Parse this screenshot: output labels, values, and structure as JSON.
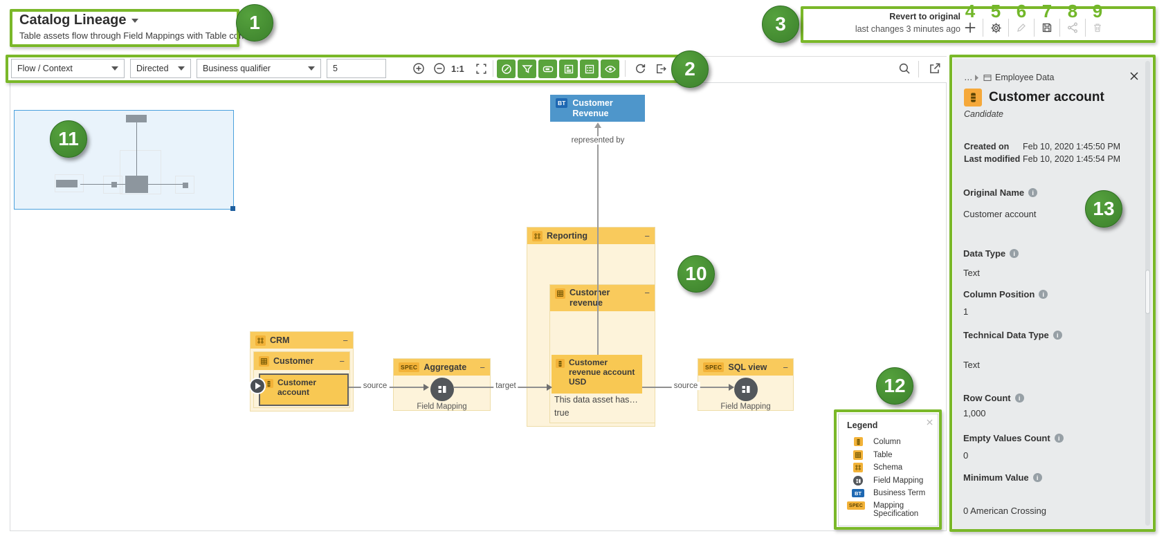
{
  "annotations": {
    "badges": [
      "1",
      "2",
      "3",
      "4",
      "5",
      "6",
      "7",
      "8",
      "9",
      "10",
      "11",
      "12",
      "13"
    ]
  },
  "header": {
    "title": "Catalog Lineage",
    "subtitle": "Table assets flow through Field Mappings with Table context",
    "revert_label": "Revert to original",
    "revert_sub": "last changes 3 minutes ago"
  },
  "toolbar": {
    "flow_select": "Flow / Context",
    "direction_select": "Directed",
    "qualifier_select": "Business qualifier",
    "depth": "5",
    "zoom_ratio": "1:1"
  },
  "canvas": {
    "bt_chip": "BT",
    "business_term": "Customer Revenue",
    "represented_by": "represented by",
    "reporting": "Reporting",
    "customer_revenue_table": "Customer revenue",
    "customer_revenue_account": "Customer revenue account USD",
    "note_line1": "This data asset has…",
    "note_line2": "true",
    "crm": "CRM",
    "customer_table": "Customer",
    "customer_account": "Customer account",
    "spec_chip": "SPEC",
    "aggregate": "Aggregate",
    "sql_view": "SQL view",
    "field_mapping": "Field Mapping",
    "edge_source": "source",
    "edge_target": "target",
    "collapse": "−"
  },
  "legend": {
    "title": "Legend",
    "items": [
      {
        "label": "Column"
      },
      {
        "label": "Table"
      },
      {
        "label": "Schema"
      },
      {
        "label": "Field Mapping"
      },
      {
        "label": "Business Term",
        "chip": "BT"
      },
      {
        "label": "Mapping Specification",
        "chip": "SPEC"
      }
    ]
  },
  "panel": {
    "breadcrumb_ellipsis": "…",
    "breadcrumb_domain": "Employee Data",
    "title": "Customer account",
    "status": "Candidate",
    "meta": [
      {
        "label": "Created on",
        "value": "Feb 10, 2020 1:45:50 PM"
      },
      {
        "label": "Last modified",
        "value": "Feb 10, 2020 1:45:54 PM"
      }
    ],
    "attributes": [
      {
        "label": "Original Name",
        "value": "Customer account"
      },
      {
        "label": "Data Type",
        "value": "Text"
      },
      {
        "label": "Column Position",
        "value": "1"
      },
      {
        "label": "Technical Data Type",
        "value": "Text"
      },
      {
        "label": "Row Count",
        "value": "1,000"
      },
      {
        "label": "Empty Values Count",
        "value": "0"
      },
      {
        "label": "Minimum Value",
        "value": "0 American Crossing"
      }
    ]
  },
  "colors": {
    "accent_green": "#7ab829",
    "badge_green": "#3f8a2e",
    "node_yellow": "#f9ca5c",
    "node_yellow_dark": "#f8c853",
    "group_body": "#fdf3da",
    "business_term_blue": "#4e96cb",
    "toolbar_green": "#5aa43c"
  }
}
